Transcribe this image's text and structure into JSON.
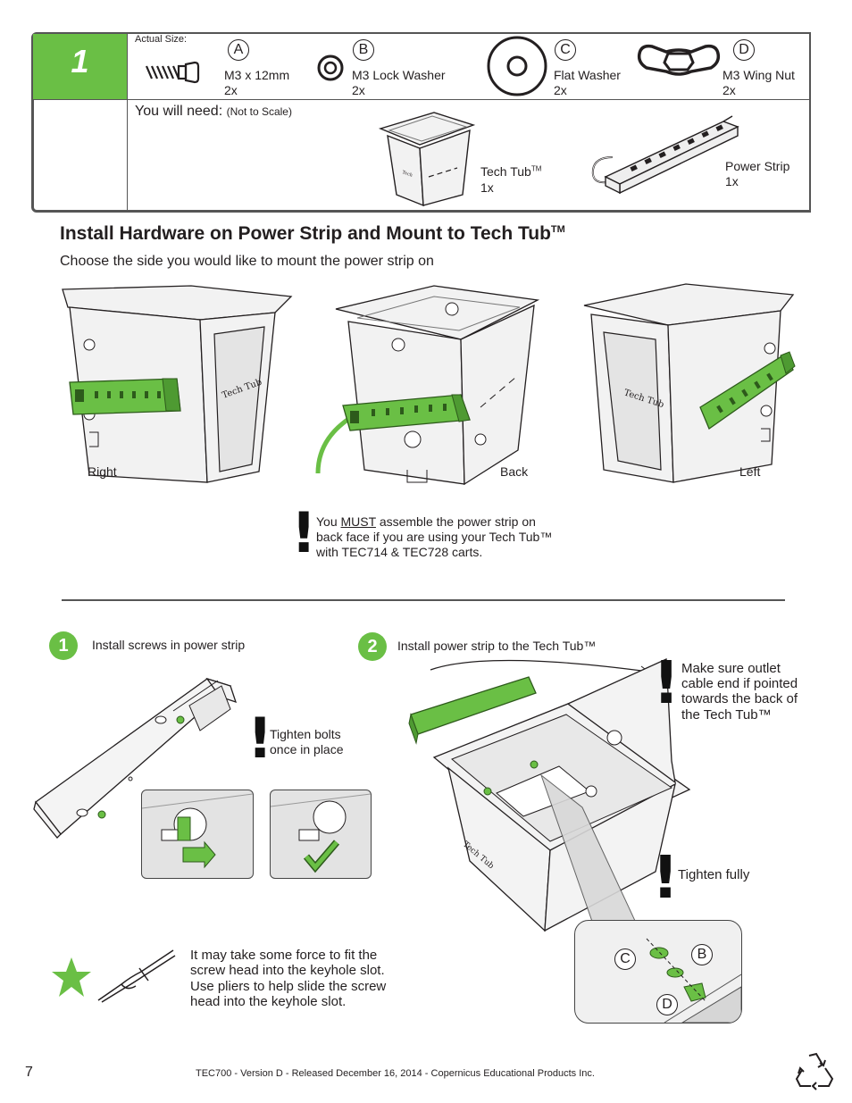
{
  "step": {
    "number": "1"
  },
  "parts": {
    "actual_size_label": "Actual Size:",
    "items": [
      {
        "letter": "A",
        "name": "M3 x 12mm",
        "qty": "2x",
        "icon": "screw-icon"
      },
      {
        "letter": "B",
        "name": "M3 Lock Washer",
        "qty": "2x",
        "icon": "lock-washer-icon"
      },
      {
        "letter": "C",
        "name": "Flat Washer",
        "qty": "2x",
        "icon": "flat-washer-icon"
      },
      {
        "letter": "D",
        "name": "M3 Wing Nut",
        "qty": "2x",
        "icon": "wing-nut-icon"
      }
    ],
    "you_will_need": "You will need:",
    "not_to_scale": "(Not to Scale)",
    "tech_tub": {
      "name": "Tech Tub",
      "tm": "TM",
      "qty": "1x"
    },
    "power_strip": {
      "name": "Power Strip",
      "qty": "1x"
    }
  },
  "section": {
    "title": "Install Hardware on Power Strip and Mount to Tech Tub",
    "title_tm": "TM",
    "subtitle": "Choose the side you would like to mount the power strip on"
  },
  "views": {
    "right": "Right",
    "back": "Back",
    "left": "Left",
    "tub_brand": "Tech Tub"
  },
  "warning_main": {
    "prefix": "You ",
    "must": "MUST",
    "line1_rest": " assemble the power strip on",
    "line2": "back face if you are using your Tech Tub™",
    "line3": "with TEC714 & TEC728 carts."
  },
  "step1": {
    "number": "1",
    "label": "Install screws  in power strip"
  },
  "step2": {
    "number": "2",
    "label": "Install power strip to the Tech Tub™"
  },
  "notes": {
    "tighten_bolts_1": "Tighten bolts",
    "tighten_bolts_2": "once in place",
    "outlet_1": "Make sure outlet",
    "outlet_2": "cable end if pointed",
    "outlet_3": "towards the back of",
    "outlet_4": "the Tech Tub™",
    "tighten_fully": "Tighten fully",
    "tip_1": "It may take some force to fit the",
    "tip_2": "screw head into the keyhole slot.",
    "tip_3": "Use pliers to help slide the screw",
    "tip_4": "head into the keyhole slot."
  },
  "detail_letters": {
    "c": "C",
    "b": "B",
    "d": "D"
  },
  "footer": {
    "page_number": "7",
    "text": "TEC700  - Version D - Released December 16, 2014 - Copernicus Educational Products Inc."
  },
  "colors": {
    "accent": "#6abf45",
    "text": "#231f20"
  }
}
